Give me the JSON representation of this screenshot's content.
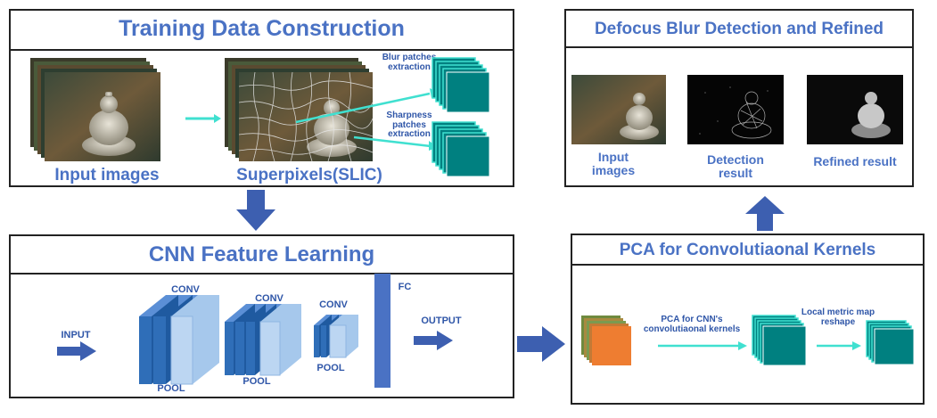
{
  "training": {
    "title": "Training Data Construction",
    "input_label": "Input images",
    "superpixel_label": "Superpixels(SLIC)",
    "blur_label": "Blur patches extraction",
    "sharp_label": "Sharpness patches extraction"
  },
  "defocus": {
    "title": "Defocus Blur Detection and Refined",
    "input_label": "Input images",
    "detection_label": "Detection result",
    "refined_label": "Refined result"
  },
  "cnn": {
    "title": "CNN Feature Learning",
    "input": "INPUT",
    "conv1": "CONV",
    "pool1": "POOL",
    "conv2": "CONV",
    "pool2": "POOL",
    "conv3": "CONV",
    "pool3": "POOL",
    "fc": "FC",
    "output": "OUTPUT"
  },
  "pca": {
    "title": "PCA for Convolutiaonal Kernels",
    "step1": "PCA for CNN's convolutiaonal kernels",
    "step2": "Local metric map reshape"
  },
  "colors": {
    "title_blue": "#4a72c4",
    "arrow_blue": "#3d5fb0",
    "teal": "#008080",
    "cyan_edge": "#40e0d0",
    "orange": "#ee7d31"
  }
}
